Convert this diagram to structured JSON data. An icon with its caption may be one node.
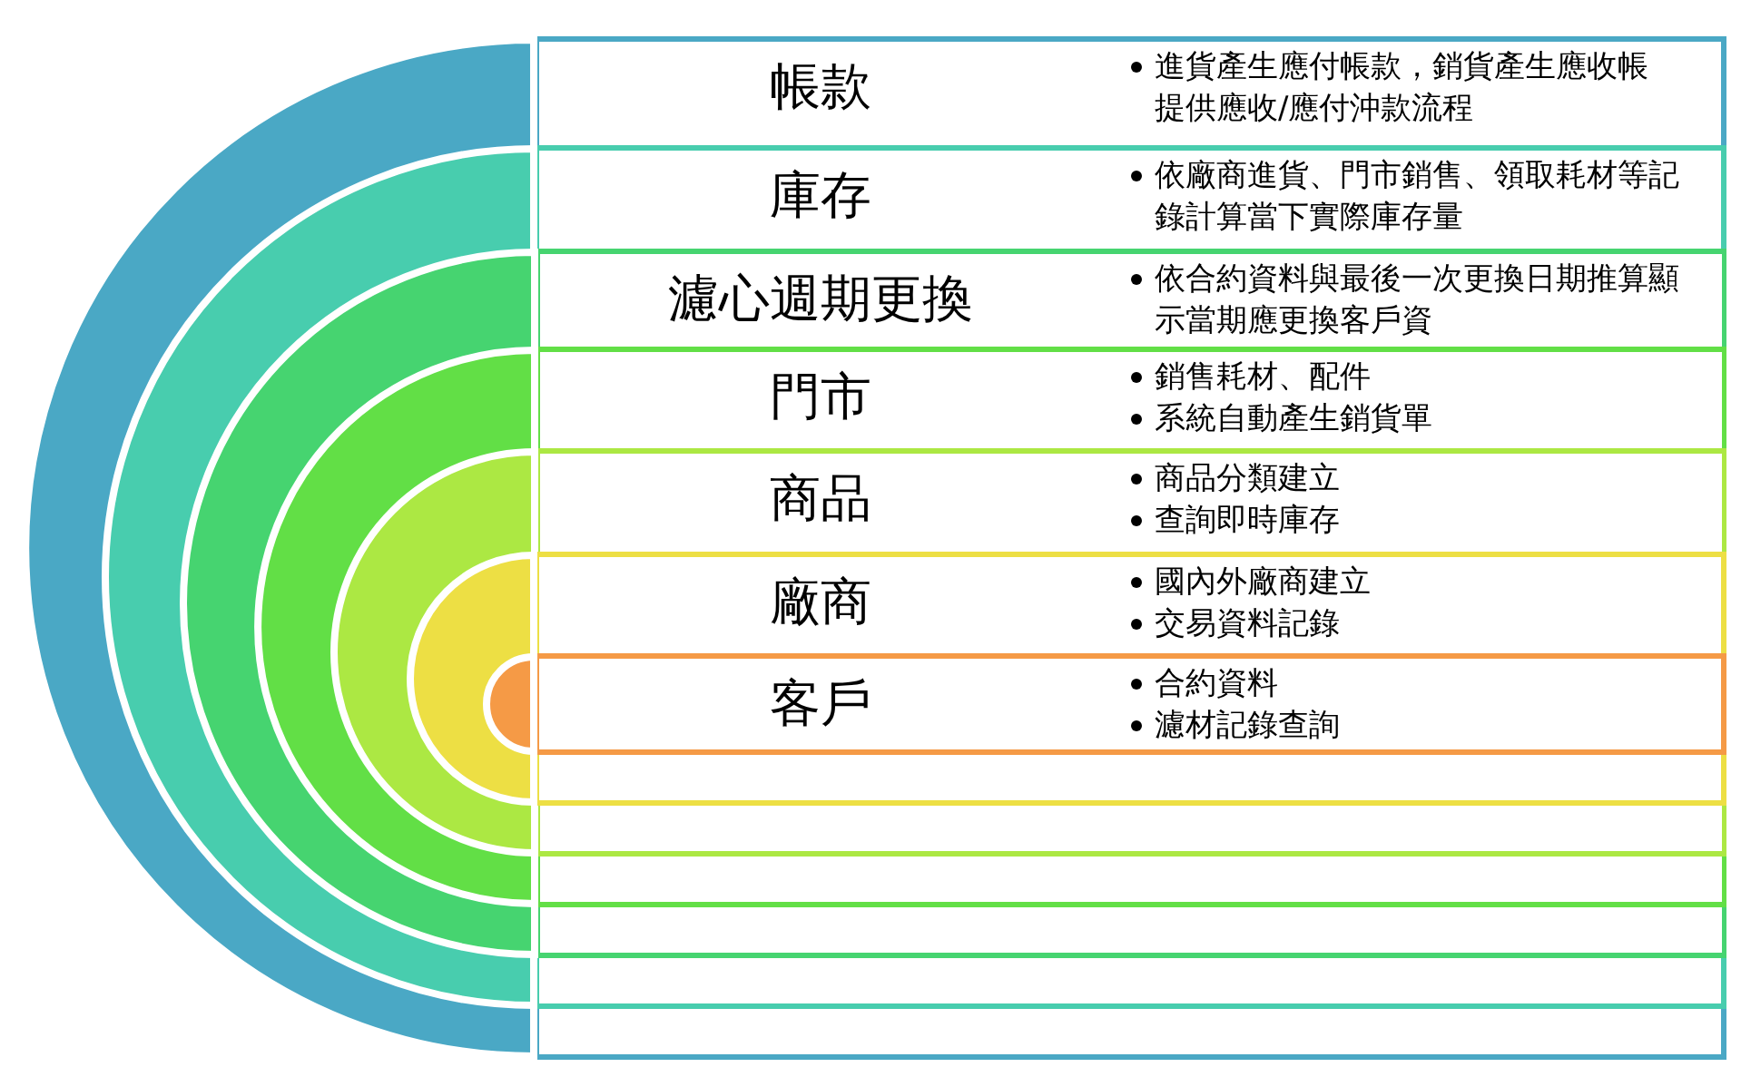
{
  "diagram": {
    "nodes": [
      {
        "text": [
          "帳款",
          "進貨產生應付帳款，銷貨產生應收帳",
          "提供應收/應付沖款流程"
        ]
      },
      {
        "text": [
          "庫存",
          "依廠商進貨、門市銷售、領取耗材等記錄計算當下實際庫存量"
        ],
        "in": 0
      },
      {
        "text": [
          "濾心週期更換",
          "依合約資料與最後一次更換日期推算顯示當期應更換客戶資"
        ],
        "in": 1
      },
      {
        "text": [
          "門市",
          "銷售耗材、配件",
          "系統自動產生銷貨單"
        ],
        "in": 2
      },
      {
        "text": [
          "商品",
          "商品分類建立",
          "查詢即時庫存"
        ],
        "in": 3
      },
      {
        "text": [
          "廠商",
          "國內外廠商建立",
          "交易資料記錄"
        ],
        "in": 4
      },
      {
        "text": [
          "客戶",
          "合約資料",
          "濾材記錄查詢"
        ],
        "in": 5
      }
    ]
  }
}
